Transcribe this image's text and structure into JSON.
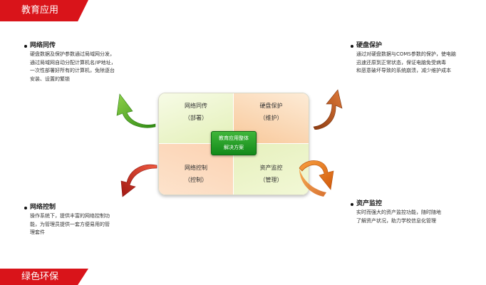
{
  "header": {
    "title": "教育应用"
  },
  "footer": {
    "title": "绿色环保"
  },
  "sections": {
    "network_sync": {
      "title": "网络同传",
      "desc": "硬盘数据及保护参数通过局域网分发，\n通过局域网自动分配计算机名/IP地址，\n一次性部署好所有的计算机，免除逐台\n安装、设置的繁锁"
    },
    "disk_protect": {
      "title": "硬盘保护",
      "desc": "通过对硬盘数据与COMS参数的保护，使电脑\n迅速还原到正常状态，保证电脑免受病毒\n和恶意破坏导致的系统崩溃，减少维护成本"
    },
    "network_ctrl": {
      "title": "网络控制",
      "desc": "操作系统下，提供丰富的网络控制功\n能，为管理员提供一套方便易用的管\n理套件"
    },
    "asset_monitor": {
      "title": "资产监控",
      "desc": "实时而强大的资产监控功能，随时随地\n了解资产状况，助力学校信息化管理"
    }
  },
  "matrix": {
    "tl": {
      "label": "网络同传",
      "sub": "（部署）"
    },
    "tr": {
      "label": "硬盘保护",
      "sub": "（维护）"
    },
    "bl": {
      "label": "网络控制",
      "sub": "（控制）"
    },
    "br": {
      "label": "资产监控",
      "sub": "（管理）"
    },
    "center": {
      "line1": "教育应用整体",
      "line2": "解决方案"
    }
  },
  "colors": {
    "banner": "#d9141a",
    "center_box": "#1a9a22",
    "arrow_green": "#4aa51e",
    "arrow_brown": "#b5531d",
    "arrow_red": "#c8241c",
    "arrow_orange": "#e8740f"
  },
  "icons": [
    "curved-arrow-green-icon",
    "curved-arrow-brown-icon",
    "curved-arrow-red-icon",
    "curved-arrow-orange-icon"
  ]
}
